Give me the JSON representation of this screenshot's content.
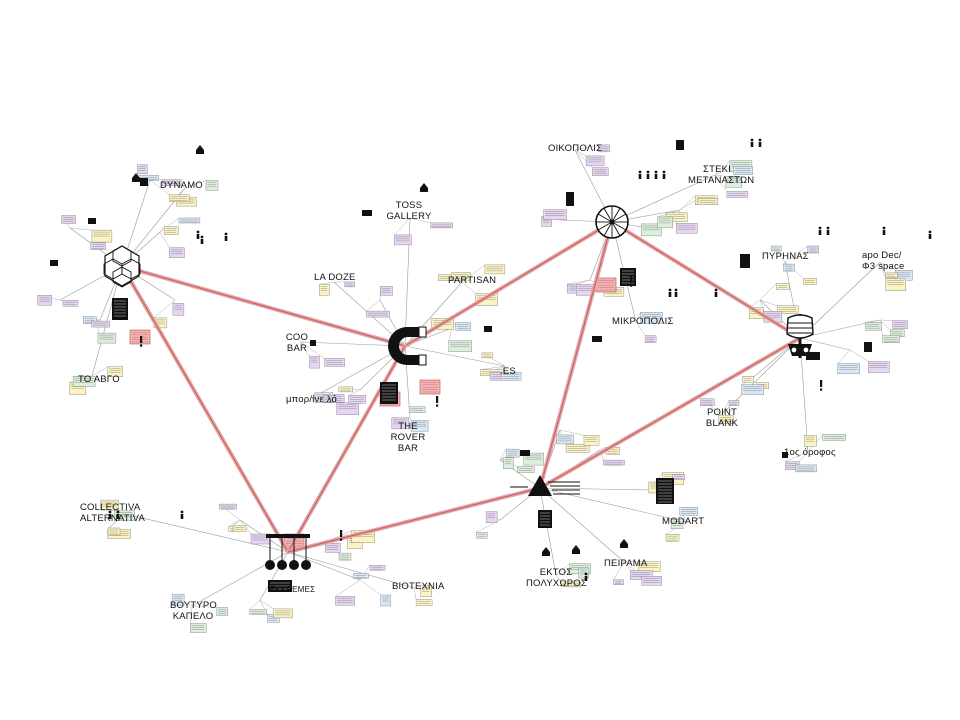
{
  "venue_labels": {
    "dynamo": "DYNAMO",
    "to_avgo": "ΤΟ ΑΒΓΟ",
    "toss_gallery": [
      "TOSS",
      "GALLERY"
    ],
    "la_doze": "LA DOZE",
    "coo_bar": [
      "COO",
      "BAR"
    ],
    "mporo_na_lo": "μπορ/ίνε λό",
    "the_rover_bar": [
      "THE",
      "ROVER",
      "BAR"
    ],
    "partisan": "PARTISAN",
    "es": ".ES",
    "oikopolis": "ΟΙΚΟΠΟΛΙΣ",
    "steki_metanaston": [
      "ΣΤΕΚΙ",
      "ΜΕΤΑΝΑΣΤΩΝ"
    ],
    "mikropolis": "ΜΙΚΡΟΠΟΛΙΣ",
    "pyrinas": "ΠΥΡΗΝΑΣ",
    "apo_dec": [
      "apo Dec/",
      "Φ3 space"
    ],
    "point_blank": [
      "POINT",
      "BLANK"
    ],
    "protos_orofos": "1ος όροφος",
    "modart": "MODART",
    "peirama": "ΠΕΙΡΑΜΑ",
    "ektos_polyxoros": [
      "ΕΚΤΟΣ",
      "ΠΟΛΥΧΩΡΟΣ"
    ],
    "collectiva": [
      "COLLECTIVA",
      "ALTERNATIVA"
    ],
    "voutyro_kapelo": [
      "ΒΟΥΤΥΡΟ",
      "ΚΑΠΕΛΟ"
    ],
    "viotexnia": "ΒΙΟΤΕΧΝΙΑ",
    "ekkremes": "ΕΚΚΡΕΜΕΣ"
  },
  "colors": {
    "network_line": "#e4a4a4",
    "network_line_core": "#c45a5a",
    "note_yellow": "#fbf3c2",
    "note_purple": "#e7d6f3",
    "note_blue": "#d9e8f6",
    "note_green": "#dcefdd",
    "note_red": "#f3b4b4",
    "ink": "#111111"
  },
  "hub_icons": {
    "hex_hub": "hexagon-cluster-icon",
    "magnet_hub": "magnet-icon",
    "wheel_hub": "wheel-icon",
    "skeleton_hub": "skeleton-icon",
    "triangle_hub": "prism-triangle-icon",
    "pendulum_hub": "cradle-pendulum-icon"
  }
}
